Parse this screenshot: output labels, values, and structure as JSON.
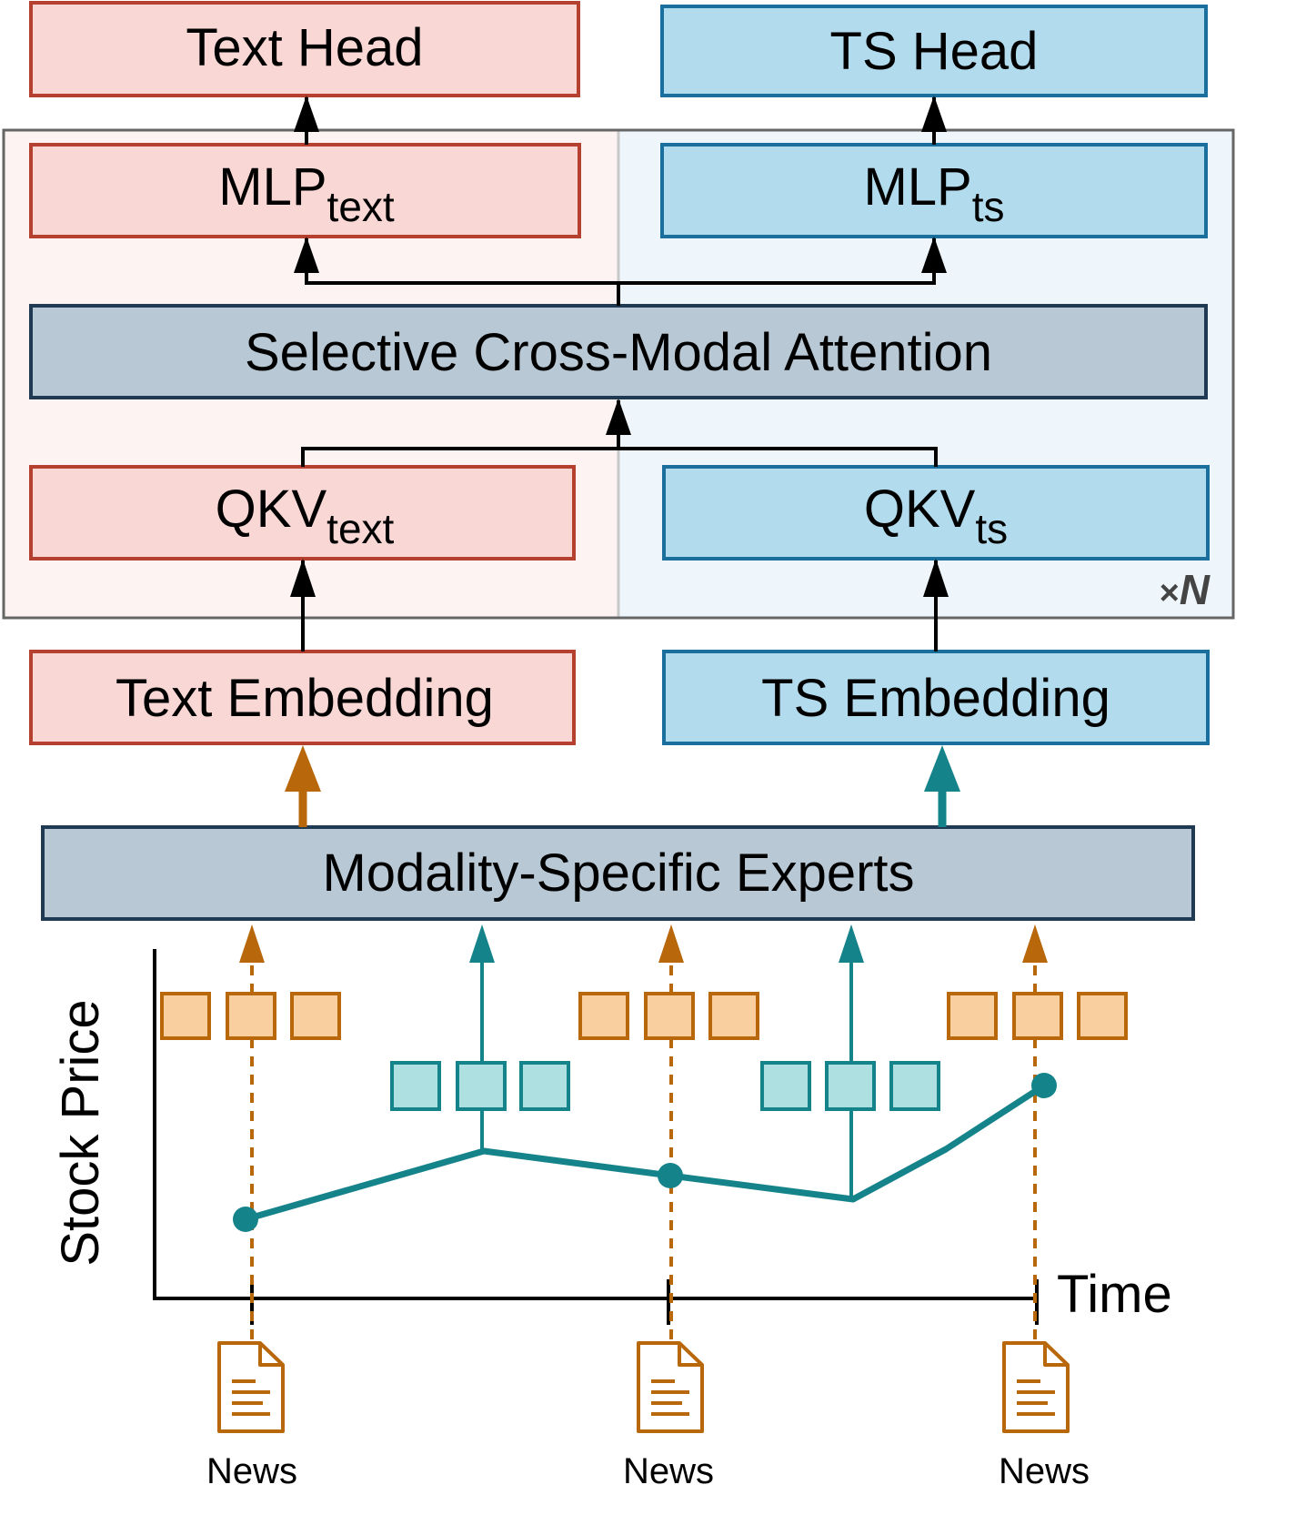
{
  "colors": {
    "text_fill": "#f8d7d4",
    "text_stroke": "#b5402f",
    "ts_fill": "#b2dcee",
    "ts_stroke": "#1a6f9c",
    "gray_fill": "#b8c8d4",
    "gray_stroke": "#1f3a52",
    "orange": "#b8670b",
    "orange_fill": "#f9cf9f",
    "teal": "#15838a",
    "teal_fill": "#aee0e2",
    "region_left": "#fcf3f2",
    "region_right": "#eef6fc",
    "frame": "#666666"
  },
  "blocks": {
    "text_head": "Text Head",
    "ts_head": "TS Head",
    "mlp_text": {
      "base": "MLP",
      "sub": "text"
    },
    "mlp_ts": {
      "base": "MLP",
      "sub": "ts"
    },
    "attention": "Selective Cross-Modal Attention",
    "qkv_text": {
      "base": "QKV",
      "sub": "text"
    },
    "qkv_ts": {
      "base": "QKV",
      "sub": "ts"
    },
    "repeat": "×N",
    "text_embedding": "Text Embedding",
    "ts_embedding": "TS Embedding",
    "experts": "Modality-Specific Experts"
  },
  "plot": {
    "ylabel": "Stock Price",
    "xlabel": "Time"
  },
  "news": [
    "News",
    "News",
    "News"
  ]
}
